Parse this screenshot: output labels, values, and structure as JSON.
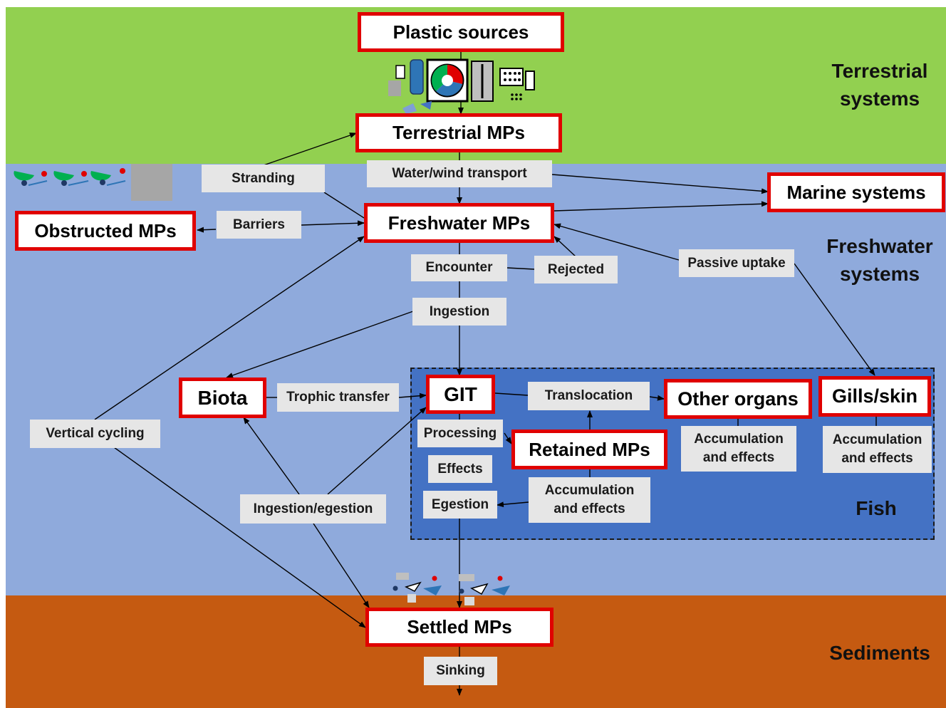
{
  "colors": {
    "terrestrial": "#92d050",
    "freshwater": "#8faadc",
    "sediments": "#c55a11",
    "fish": "#4472c4",
    "node_border": "#e00000",
    "label_fill": "#e6e6e6"
  },
  "zones": {
    "terrestrial": "Terrestrial\nsystems",
    "freshwater": "Freshwater\nsystems",
    "sediments": "Sediments",
    "fish": "Fish"
  },
  "nodes": {
    "plastic_sources": "Plastic sources",
    "terrestrial_mps": "Terrestrial MPs",
    "marine_systems": "Marine systems",
    "freshwater_mps": "Freshwater MPs",
    "obstructed_mps": "Obstructed MPs",
    "biota": "Biota",
    "git": "GIT",
    "other_organs": "Other organs",
    "gills_skin": "Gills/skin",
    "retained_mps": "Retained MPs",
    "settled_mps": "Settled MPs"
  },
  "labels": {
    "stranding": "Stranding",
    "water_wind_transport": "Water/wind transport",
    "barriers": "Barriers",
    "encounter": "Encounter",
    "rejected": "Rejected",
    "passive_uptake": "Passive uptake",
    "ingestion": "Ingestion",
    "trophic_transfer": "Trophic transfer",
    "translocation": "Translocation",
    "processing": "Processing",
    "effects": "Effects",
    "egestion": "Egestion",
    "accumulation_retained": "Accumulation\nand effects",
    "accumulation_organs": "Accumulation\nand effects",
    "accumulation_gills": "Accumulation\nand effects",
    "vertical_cycling": "Vertical cycling",
    "ingestion_egestion": "Ingestion/egestion",
    "sinking": "Sinking"
  }
}
